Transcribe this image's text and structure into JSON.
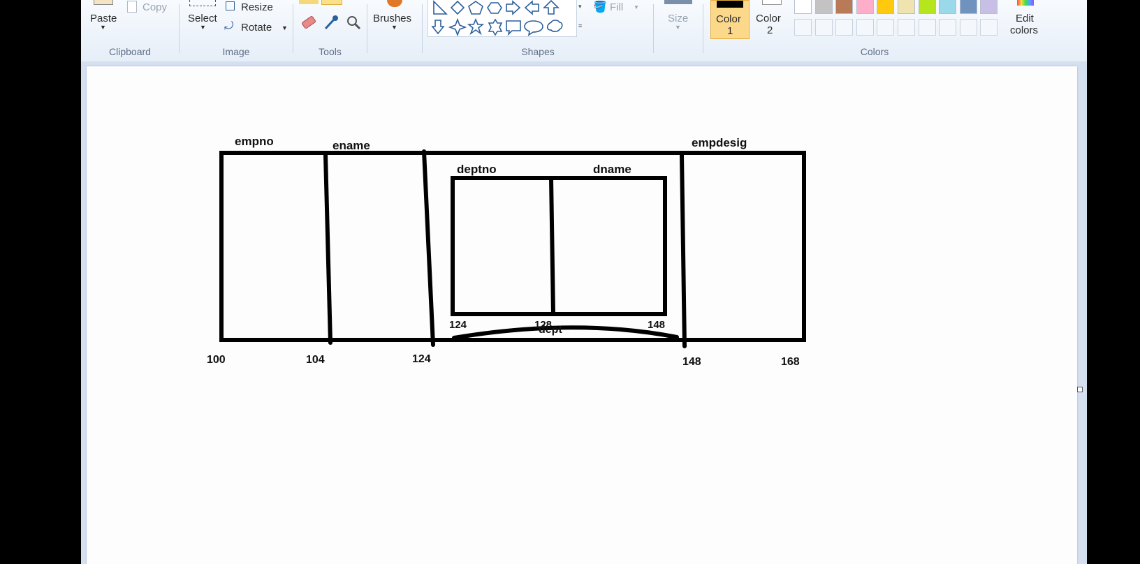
{
  "ribbon": {
    "clipboard": {
      "paste": "Paste",
      "copy": "Copy",
      "group": "Clipboard"
    },
    "image": {
      "select": "Select",
      "resize": "Resize",
      "rotate": "Rotate",
      "group": "Image"
    },
    "tools": {
      "group": "Tools"
    },
    "brushes": {
      "label": "Brushes"
    },
    "shapes": {
      "fill": "Fill",
      "group": "Shapes"
    },
    "size": {
      "label": "Size"
    },
    "colors": {
      "color1_line1": "Color",
      "color1_line2": "1",
      "color2_line1": "Color",
      "color2_line2": "2",
      "edit_line1": "Edit",
      "edit_line2": "colors",
      "group": "Colors",
      "color1_value": "#000000",
      "color2_value": "#ffffff",
      "palette": [
        "#ffffff",
        "#c3c3c3",
        "#b97a57",
        "#ffaec9",
        "#ffc90e",
        "#efe4b0",
        "#b5e61d",
        "#99d9ea",
        "#7092be",
        "#c8bfe7"
      ]
    }
  },
  "canvas": {
    "labels": {
      "empno": "empno",
      "ename": "ename",
      "empdesig": "empdesig",
      "deptno": "deptno",
      "dname": "dname",
      "dept": "dept"
    },
    "addresses": {
      "a100": "100",
      "a104": "104",
      "a124": "124",
      "a148": "148",
      "a168": "168",
      "i124": "124",
      "i128": "128",
      "i148": "148"
    }
  }
}
